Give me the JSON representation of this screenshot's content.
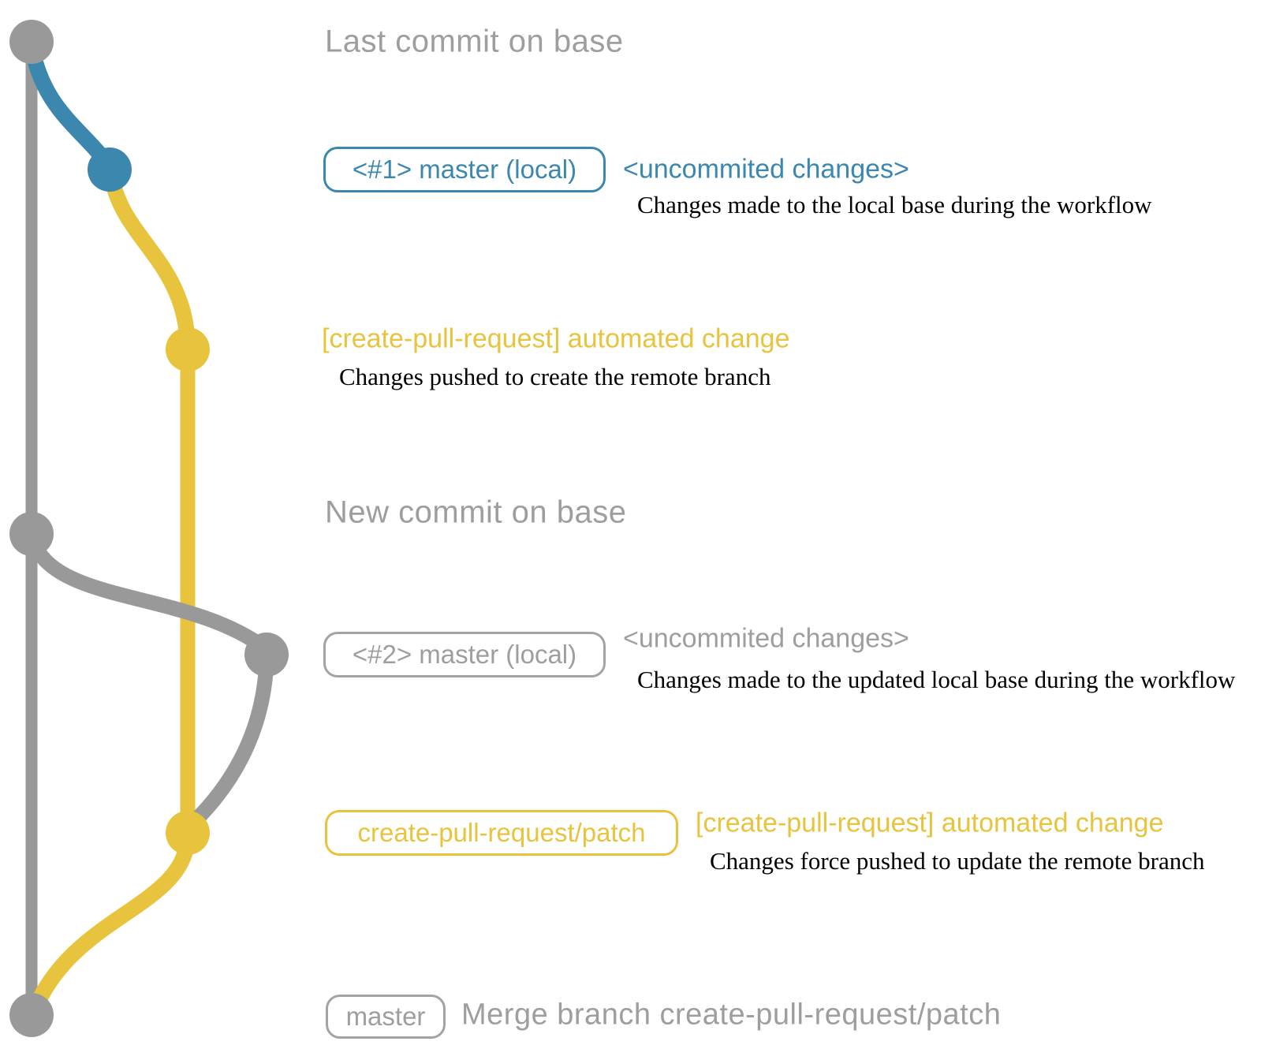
{
  "diagram_title": "create-pull-request workflow git graph",
  "colors": {
    "base_branch_gray": "#999999",
    "local_branch_blue": "#3b87ad",
    "patch_branch_yellow": "#e8c33e",
    "label_text_gray": "#9e9e9e",
    "note_text_black": "#000000"
  },
  "rows": [
    {
      "label": "Last commit on base"
    },
    {
      "branch_tag": "<#1> master (local)",
      "message": "<uncommited changes>",
      "note": "Changes made to the local base during the workflow"
    },
    {
      "message": "[create-pull-request] automated change",
      "note": "Changes pushed to create the remote branch"
    },
    {
      "label": "New commit on base"
    },
    {
      "branch_tag": "<#2> master (local)",
      "message": "<uncommited changes>",
      "note": "Changes made to the updated local base during the workflow"
    },
    {
      "branch_tag": "create-pull-request/patch",
      "message": "[create-pull-request] automated change",
      "note": "Changes force pushed to update the remote branch"
    },
    {
      "branch_tag": "master",
      "message": "Merge branch create-pull-request/patch"
    }
  ],
  "commits": [
    {
      "name": "last-commit-on-base",
      "branch": "base",
      "color": "#999999"
    },
    {
      "name": "uncommitted-changes-1",
      "branch": "local-master-1",
      "color": "#3b87ad"
    },
    {
      "name": "automated-change-1",
      "branch": "create-pull-request/patch",
      "color": "#e8c33e"
    },
    {
      "name": "new-commit-on-base",
      "branch": "base",
      "color": "#999999"
    },
    {
      "name": "uncommitted-changes-2",
      "branch": "local-master-2",
      "color": "#999999"
    },
    {
      "name": "automated-change-2",
      "branch": "create-pull-request/patch",
      "color": "#e8c33e"
    },
    {
      "name": "merge-commit",
      "branch": "base",
      "color": "#999999"
    }
  ]
}
